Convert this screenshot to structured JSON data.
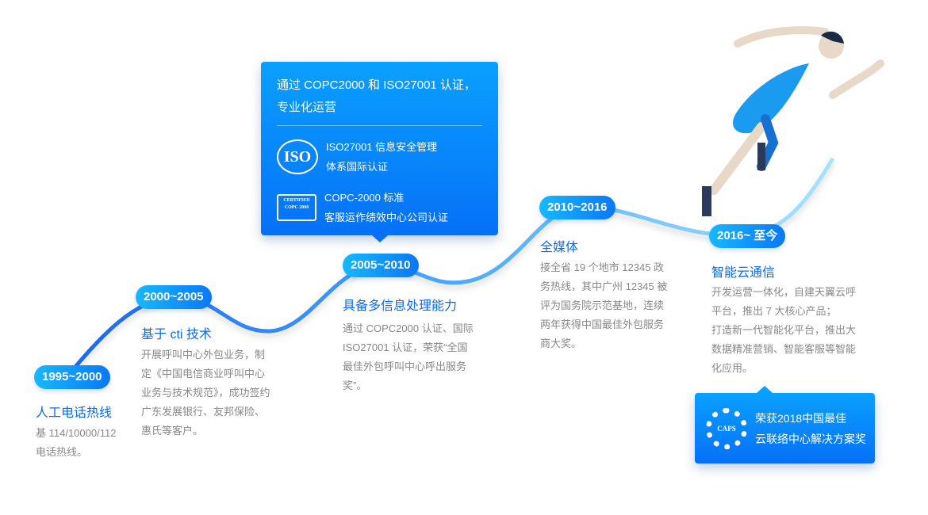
{
  "colors": {
    "accent": "#0a6cf0",
    "pill_start": "#18b8ff",
    "pill_end": "#0a78f5",
    "text_gray": "#888888"
  },
  "top_box": {
    "heading": "通过 COPC2000 和 ISO27001 认证，",
    "heading2": "专业化运营",
    "certs": [
      {
        "icon": "iso-logo-icon",
        "logo_text": "ISO",
        "line1": "ISO27001 信息安全管理",
        "line2": "体系国际认证"
      },
      {
        "icon": "copc-logo-icon",
        "logo_text": "CERTIFIED COPC 2000",
        "line1": "COPC-2000 标准",
        "line2": "客服运作绩效中心公司认证"
      }
    ]
  },
  "milestones": [
    {
      "period": "1995~2000",
      "title": "人工电话热线",
      "desc": [
        "基 114/10000/112",
        "电话热线。"
      ]
    },
    {
      "period": "2000~2005",
      "title": "基于 cti 技术",
      "desc": [
        "开展呼叫中心外包业务，制",
        "定《中国电信商业呼叫中心",
        "业务与技术规范》，成功签约",
        "广东发展银行、友邦保险、",
        "惠氏等客户。"
      ]
    },
    {
      "period": "2005~2010",
      "title": "具备多信息处理能力",
      "desc": [
        "通过 COPC2000 认证、国际",
        "ISO27001 认证，荣获“全国",
        "最佳外包呼叫中心呼出服务",
        "奖”。"
      ]
    },
    {
      "period": "2010~2016",
      "title": "全媒体",
      "desc": [
        "接全省 19 个地市 12345 政",
        "务热线，其中广州 12345 被",
        "评为国务院示范基地，连续",
        "两年获得中国最佳外包服务",
        "商大奖。"
      ]
    },
    {
      "period": "2016~ 至今",
      "title": "智能云通信",
      "desc": [
        "开发运营一体化，自建天翼云呼",
        "平台，推出 7 大核心产品；",
        "打造新一代智能化平台，推出大",
        "数据精准营销、智能客服等智能",
        "化应用。"
      ]
    }
  ],
  "award_box": {
    "icon": "award-seal-icon",
    "logo_text": "CAPS",
    "line1": "荣获2018中国最佳",
    "line2": "云联络中心解决方案奖"
  }
}
